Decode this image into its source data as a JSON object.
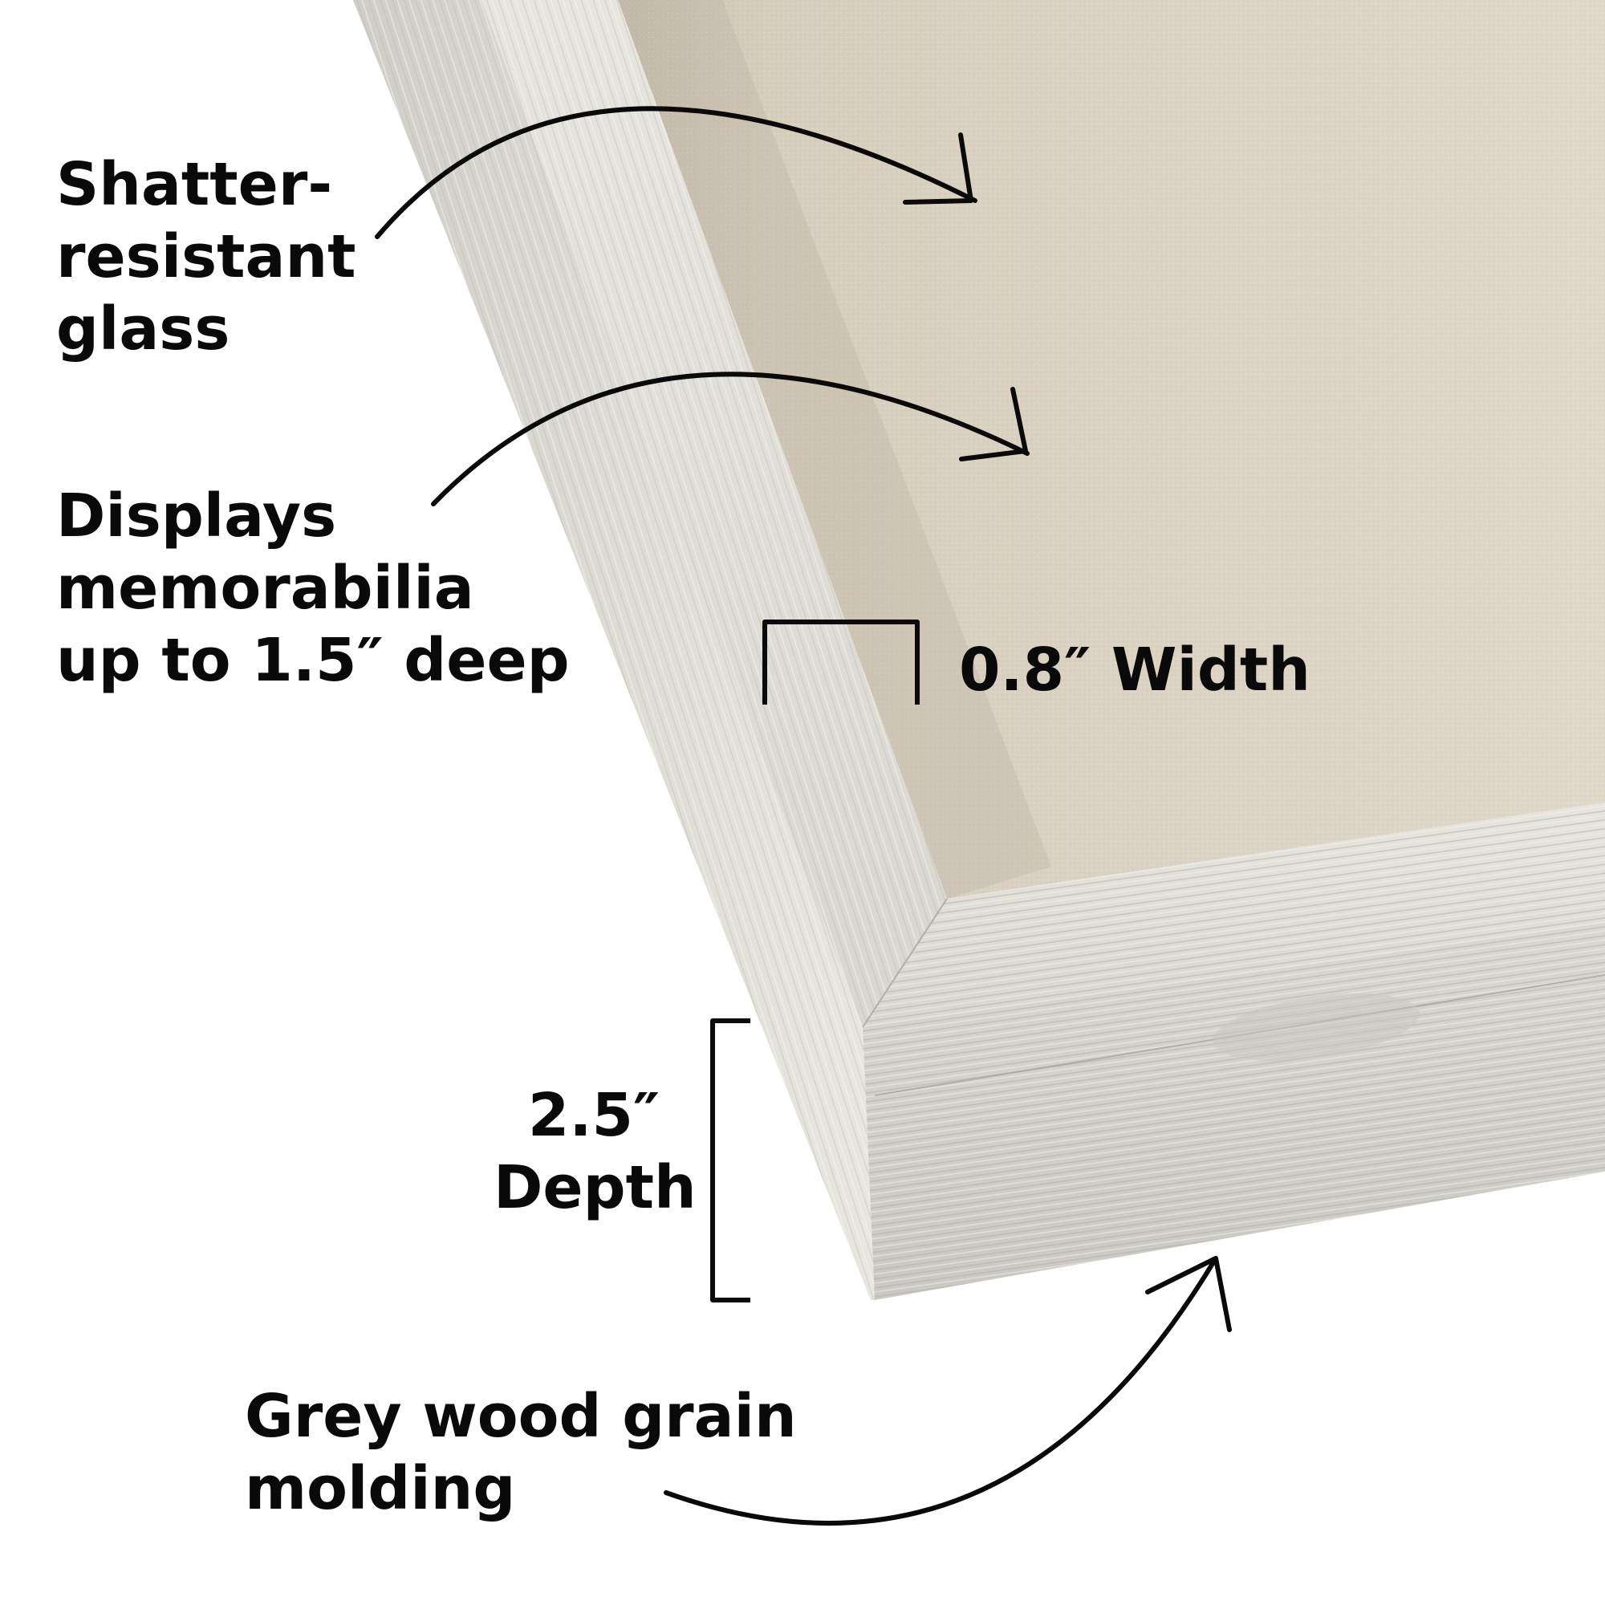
{
  "image": {
    "subject": "Grey wood grain shadow box frame corner",
    "colors": {
      "background": "#ffffff",
      "frame_light": "#e4e3dc",
      "frame_mid": "#d3d2ca",
      "frame_shadow": "#bdbcb4",
      "backing_linen": "#dcd3c3",
      "backing_shadow": "#c9bfae",
      "text_and_arrows": "#0a0a0a"
    }
  },
  "callouts": {
    "glass": {
      "lines": [
        "Shatter-",
        "resistant",
        "glass"
      ]
    },
    "memorabilia": {
      "lines": [
        "Displays",
        "memorabilia",
        "up to 1.5″ deep"
      ]
    },
    "width": {
      "text": "0.8″ Width"
    },
    "depth": {
      "lines": [
        "2.5″",
        "Depth"
      ]
    },
    "molding": {
      "lines": [
        "Grey wood grain",
        "molding"
      ]
    }
  },
  "icons": {
    "glass_arrow": "curved-arrow-right",
    "memorabilia_arrow": "curved-arrow-right",
    "molding_arrow": "curved-arrow-up",
    "width_bracket": "dimension-bracket-horizontal",
    "depth_bracket": "dimension-bracket-vertical"
  }
}
